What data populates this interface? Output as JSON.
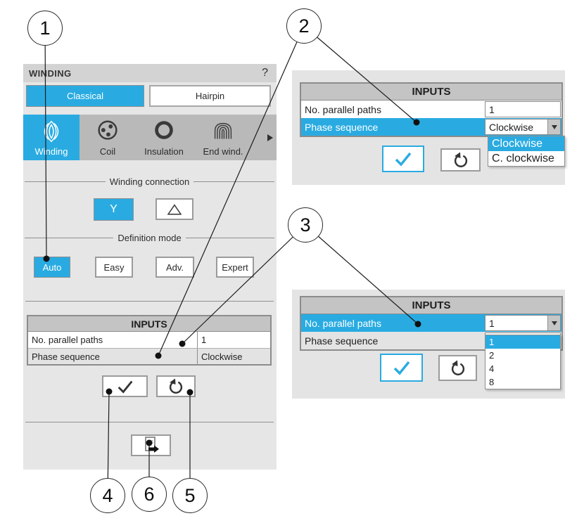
{
  "colors": {
    "accent": "#29abe2",
    "panel_bg": "#e6e6e6",
    "nav_strip_bg": "#b9b9b9",
    "table_header_bg": "#c4c4c4"
  },
  "callouts": {
    "labels": [
      "1",
      "2",
      "3",
      "4",
      "5",
      "6"
    ]
  },
  "winding_panel": {
    "title": "WINDING",
    "help": "?",
    "tabs": [
      {
        "label": "Classical"
      },
      {
        "label": "Hairpin"
      }
    ],
    "nav": [
      {
        "label": "Winding",
        "icon": "winding-icon"
      },
      {
        "label": "Coil",
        "icon": "coil-icon"
      },
      {
        "label": "Insulation",
        "icon": "insulation-icon"
      },
      {
        "label": "End wind.",
        "icon": "end-winding-icon"
      }
    ],
    "sections": [
      {
        "title": "Winding connection"
      },
      {
        "title": "Definition mode"
      }
    ],
    "connection_options": [
      {
        "label": "Y",
        "icon": "wye-icon"
      },
      {
        "label": "",
        "icon": "delta-icon"
      }
    ],
    "mode_options": [
      {
        "label": "Auto"
      },
      {
        "label": "Easy"
      },
      {
        "label": "Adv."
      },
      {
        "label": "Expert"
      }
    ],
    "inputs": {
      "title": "INPUTS",
      "rows": [
        {
          "label": "No. parallel paths",
          "value": "1"
        },
        {
          "label": "Phase sequence",
          "value": "Clockwise"
        }
      ]
    }
  },
  "phase_panel": {
    "inputs": {
      "title": "INPUTS",
      "rows": [
        {
          "label": "No. parallel paths",
          "value": "1"
        },
        {
          "label": "Phase sequence",
          "value": "Clockwise"
        }
      ]
    },
    "dropdown": {
      "options": [
        {
          "label": "Clockwise"
        },
        {
          "label": "C. clockwise"
        }
      ]
    }
  },
  "paths_panel": {
    "inputs": {
      "title": "INPUTS",
      "rows": [
        {
          "label": "No. parallel paths",
          "value": "1"
        },
        {
          "label": "Phase sequence",
          "value": ""
        }
      ]
    },
    "dropdown": {
      "options": [
        {
          "label": "1"
        },
        {
          "label": "2"
        },
        {
          "label": "4"
        },
        {
          "label": "8"
        }
      ]
    }
  }
}
